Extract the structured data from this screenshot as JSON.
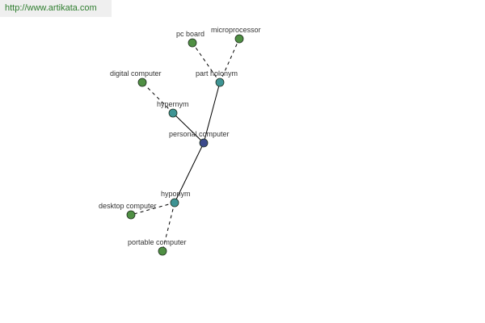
{
  "site_url": "http://www.artikata.com",
  "colors": {
    "root_node": "#3b4a8c",
    "relation_node": "#3e9494",
    "leaf_node": "#4f8f43",
    "edge": "#000000",
    "url_text": "#2e7d2e"
  },
  "nodes": {
    "root": "personal computer",
    "hypernym": "hypernym",
    "digital_computer": "digital computer",
    "part_holonym": "part holonym",
    "pc_board": "pc board",
    "microprocessor": "microprocessor",
    "hyponym": "hyponym",
    "desktop_computer": "desktop computer",
    "portable_computer": "portable computer"
  },
  "edges": [
    {
      "from": "root",
      "to": "hypernym",
      "style": "solid"
    },
    {
      "from": "root",
      "to": "part_holonym",
      "style": "solid"
    },
    {
      "from": "root",
      "to": "hyponym",
      "style": "solid"
    },
    {
      "from": "hypernym",
      "to": "digital_computer",
      "style": "dashed"
    },
    {
      "from": "part_holonym",
      "to": "pc_board",
      "style": "dashed"
    },
    {
      "from": "part_holonym",
      "to": "microprocessor",
      "style": "dashed"
    },
    {
      "from": "hyponym",
      "to": "desktop_computer",
      "style": "dashed"
    },
    {
      "from": "hyponym",
      "to": "portable_computer",
      "style": "dashed"
    }
  ]
}
